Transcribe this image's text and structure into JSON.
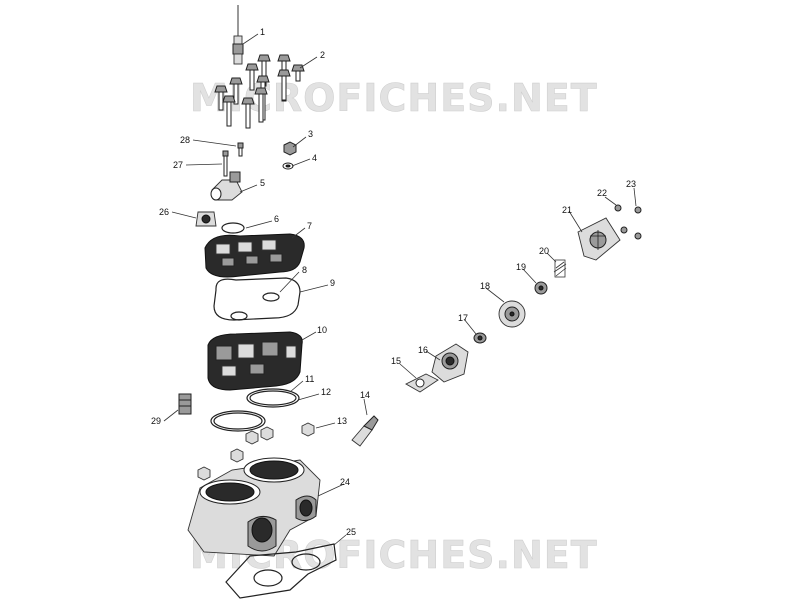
{
  "watermark_text": "MICROFICHES.NET",
  "callouts": [
    "1",
    "2",
    "3",
    "4",
    "5",
    "6",
    "7",
    "8",
    "9",
    "10",
    "11",
    "12",
    "13",
    "14",
    "15",
    "16",
    "17",
    "18",
    "19",
    "20",
    "21",
    "22",
    "23",
    "24",
    "25",
    "26",
    "27",
    "28",
    "29"
  ]
}
